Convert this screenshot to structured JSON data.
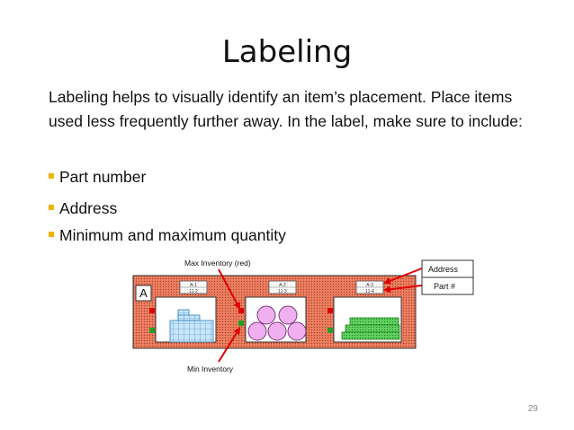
{
  "slide": {
    "title": "Labeling",
    "intro": "Labeling helps to visually identify an item’s placement. Place items used less frequently further away. In the label, make sure to include:",
    "bullets": [
      "Part number",
      "Address",
      "Minimum and maximum quantity"
    ],
    "page_number": "29"
  },
  "diagram": {
    "rack_letter": "A",
    "max_inventory_label": "Max Inventory (red)",
    "min_inventory_label": "Min Inventory",
    "legend_address": "Address",
    "legend_part": "Part #",
    "bins": [
      {
        "address": "A-1",
        "part": "11-2"
      },
      {
        "address": "A-2",
        "part": "11-3"
      },
      {
        "address": "A-3",
        "part": "11-4"
      }
    ]
  },
  "colors": {
    "rack_fill": "#f08060",
    "max_marker": "#e00000",
    "min_marker": "#20a020",
    "stack_fill": "#c8e6fa",
    "ball_fill": "#f0b0f0",
    "slab_fill": "#60d060",
    "bullet_marker": "#f0b400"
  }
}
